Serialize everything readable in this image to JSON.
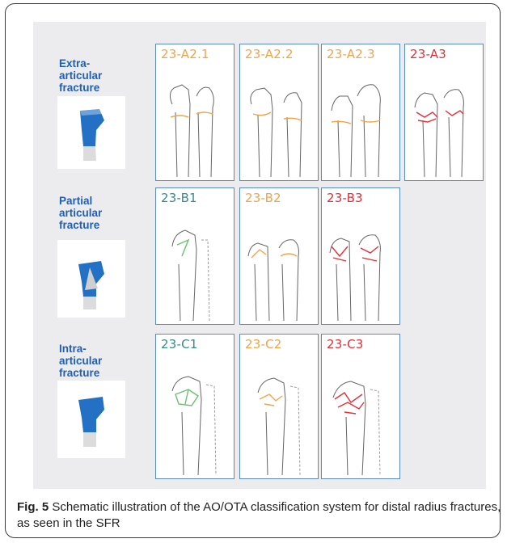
{
  "rows": [
    {
      "label": "Extra-\narticular\nfracture"
    },
    {
      "label": "Partial\narticular\nfracture"
    },
    {
      "label": "Intra-\narticular\nfracture"
    }
  ],
  "cards": [
    {
      "code": "23-A2.1",
      "color": "#f0a44a"
    },
    {
      "code": "23-A2.2",
      "color": "#f0a44a"
    },
    {
      "code": "23-A2.3",
      "color": "#f0a44a"
    },
    {
      "code": "23-A3",
      "color": "#e0303a"
    },
    {
      "code": "23-B1",
      "color": "#3a8a86"
    },
    {
      "code": "23-B2",
      "color": "#f0a44a"
    },
    {
      "code": "23-B3",
      "color": "#e0303a"
    },
    {
      "code": "23-C1",
      "color": "#3a8a86"
    },
    {
      "code": "23-C2",
      "color": "#f0a44a"
    },
    {
      "code": "23-C3",
      "color": "#e0303a"
    }
  ],
  "caption": {
    "label": "Fig. 5",
    "text": " Schematic illustration of the AO/OTA classification system for distal radius fractures, as seen in the SFR"
  },
  "colors": {
    "label_blue": "#1f5fb4",
    "bone_blue": "#2370c4",
    "border": "#5b8bb8"
  }
}
